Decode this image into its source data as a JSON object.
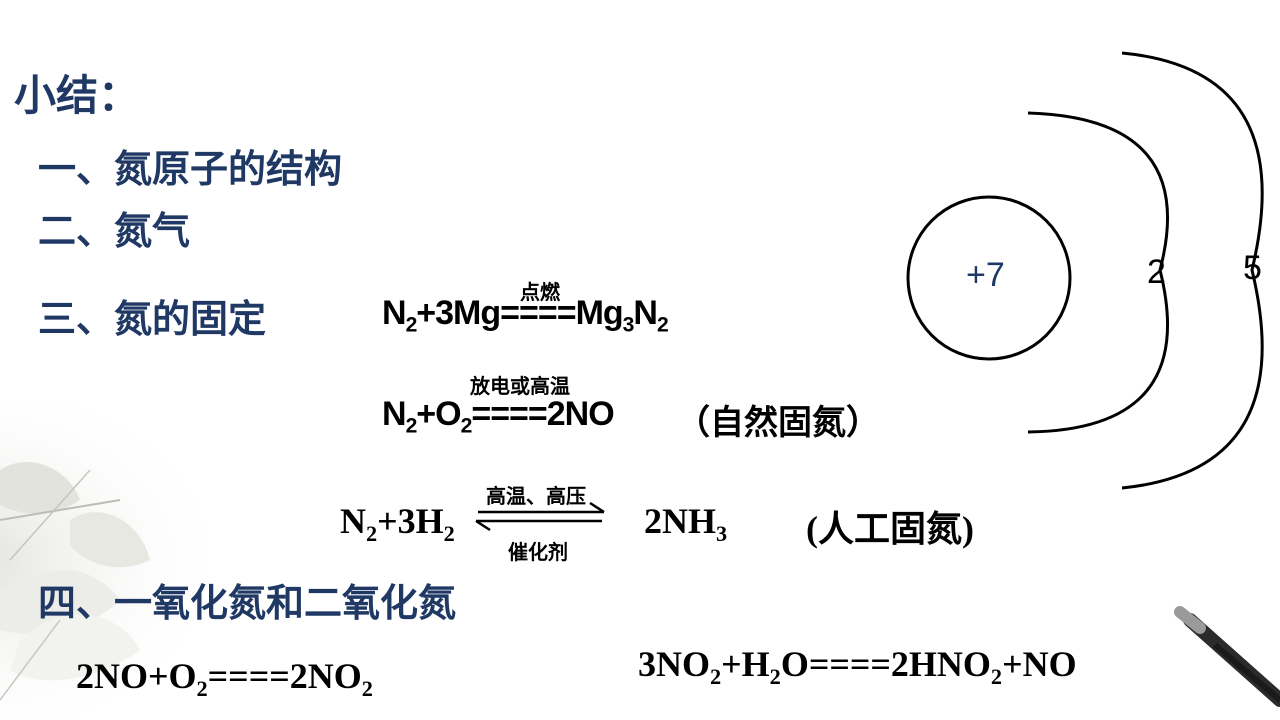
{
  "title": "小结：",
  "sections": {
    "s1": "一、氮原子的结构",
    "s2": "二、氮气",
    "s3": "三、氮的固定",
    "s4": "四、一氧化氮和二氧化氮"
  },
  "eq1": {
    "lhs_a": "N",
    "lhs_a_sub": "2",
    "lhs_b": "+3Mg",
    "arrow": "====",
    "rhs_a": "Mg",
    "rhs_a_sub": "3",
    "rhs_b": "N",
    "rhs_b_sub": "2",
    "condition": "点燃"
  },
  "eq2": {
    "lhs_a": "N",
    "lhs_a_sub": "2",
    "lhs_b": "+O",
    "lhs_b_sub": "2",
    "arrow": "====",
    "rhs": "2NO",
    "condition": "放电或高温",
    "note": "（自然固氮）"
  },
  "eq3": {
    "lhs_a": "N",
    "lhs_a_sub": "2",
    "lhs_b": "+3H",
    "lhs_b_sub": "2",
    "rhs_a": "2NH",
    "rhs_a_sub": "3",
    "condition_top": "高温、高压",
    "condition_bottom": "催化剂",
    "note": "(人工固氮)"
  },
  "eq4": {
    "a": "2NO+O",
    "a_sub": "2",
    "arrow": "====",
    "b": "2NO",
    "b_sub": "2"
  },
  "eq5": {
    "a": "3NO",
    "a_sub": "2",
    "b": "+H",
    "b_sub": "2",
    "c": "O",
    "arrow": "====",
    "d": "2HNO",
    "d_sub": "2",
    "e": "+NO"
  },
  "atom": {
    "nucleus": "+7",
    "shell1": "2",
    "shell2": "5"
  },
  "colors": {
    "heading": "#1f3864",
    "text": "#000000",
    "ink": "#000000"
  }
}
